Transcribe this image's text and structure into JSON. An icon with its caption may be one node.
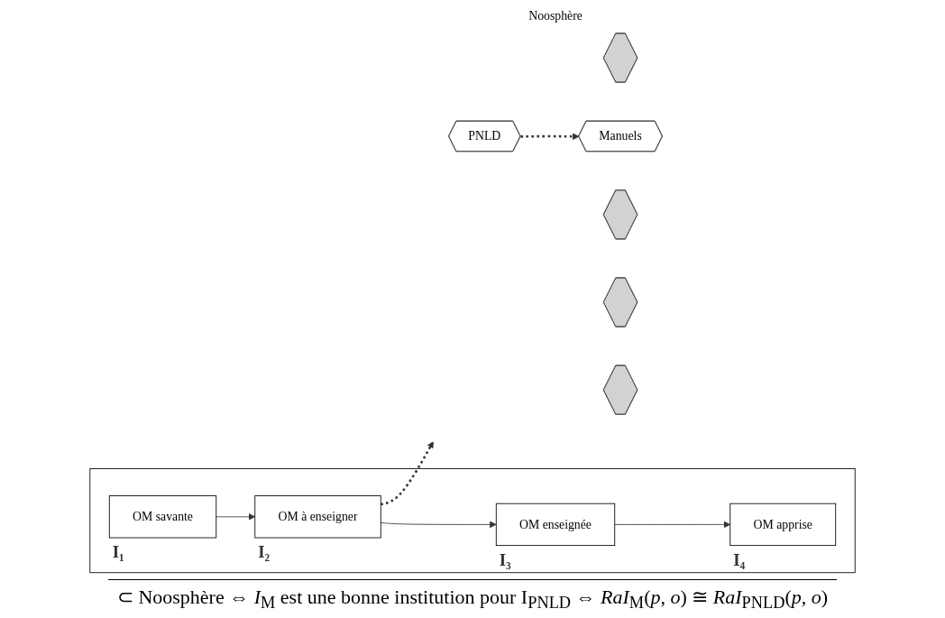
{
  "diagram": {
    "nodes": [
      {
        "text": [],
        "shape": "box"
      },
      {
        "text": [
          "OM savante"
        ],
        "in": 0,
        "beside": [
          "I₁"
        ]
      },
      {
        "text": [
          "OM à enseigner"
        ],
        "in": 0,
        "beside": [
          "I₂"
        ]
      },
      {
        "text": [
          "OM enseignée"
        ],
        "in": 0,
        "beside": [
          "I₃"
        ]
      },
      {
        "text": [
          "OM apprise"
        ],
        "in": 0,
        "beside": [
          "I₄"
        ]
      },
      {
        "text": [
          "Noosphère"
        ]
      },
      {
        "text": [],
        "shape": "hexagon",
        "in": 5
      },
      {
        "text": [],
        "shape": "hexagon",
        "in": 5
      },
      {
        "text": [],
        "shape": "hexagon",
        "in": 5
      },
      {
        "text": [
          "Manuels"
        ],
        "in": 5
      },
      {
        "text": [
          "PNLD"
        ],
        "in": 5
      },
      {
        "text": [],
        "shape": "hexagon",
        "in": 5
      }
    ],
    "edges": [
      {
        "from": 1,
        "to": 2,
        "arrow": "to"
      },
      {
        "from": 2,
        "to": 3,
        "arrow": "to"
      },
      {
        "from": 3,
        "to": 4,
        "arrow": "to"
      },
      {
        "from": 2,
        "to": 5,
        "arrow": "to",
        "style": "dashed"
      },
      {
        "from": 10,
        "to": 9,
        "arrow": "to",
        "style": "dashed"
      }
    ],
    "labels": [
      "⊂ Noosphère ⇔ *I*$_{M}$ est une bonne institution pour I$_{PNLD}$ ⇔ *RaI*$_{M}$(*p*, *o*) ≅ *RaI*$_{PNLD}$(*p*, *o*)"
    ]
  }
}
